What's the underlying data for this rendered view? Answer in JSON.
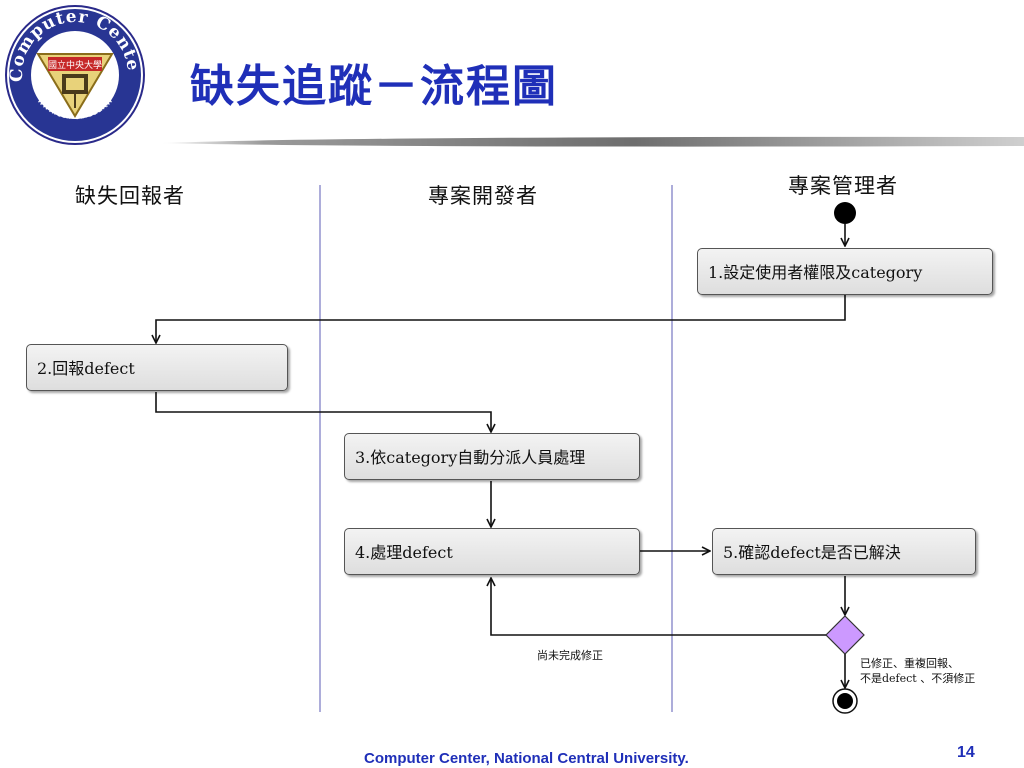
{
  "header": {
    "title": "缺失追蹤－流程圖",
    "logo": {
      "ring_text": "Computer Center",
      "url_text": "www.cc.ncu.edu.tw",
      "badge_text": "國立中央大學"
    }
  },
  "lanes": {
    "reporter": "缺失回報者",
    "developer": "專案開發者",
    "manager": "專案管理者"
  },
  "steps": {
    "s1": "1.設定使用者權限及category",
    "s2": "2.回報defect",
    "s3": "3.依category自動分派人員處理",
    "s4": "4.處理defect",
    "s5": "5.確認defect是否已解決"
  },
  "notes": {
    "not_fixed": "尚未完成修正",
    "fixed_line1": "已修正、重複回報、",
    "fixed_line2": "不是defect 、不須修正"
  },
  "colors": {
    "title": "#1f2fb8",
    "decision_fill": "#cc99ff",
    "lane_divider": "#5b5bb5"
  },
  "footer": {
    "org": "Computer Center, National Central University.",
    "page": "14"
  }
}
